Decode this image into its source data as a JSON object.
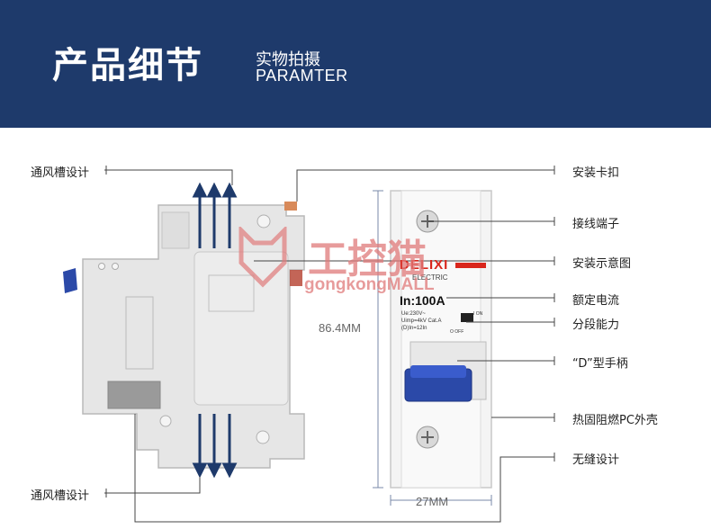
{
  "header": {
    "title": "产品细节",
    "subtitle_cn": "实物拍摄",
    "subtitle_en": "PARAMTER"
  },
  "left_labels": {
    "top": "通风槽设计",
    "bottom": "通风槽设计"
  },
  "right_labels": [
    "安装卡扣",
    "接线端子",
    "安装示意图",
    "额定电流",
    "分段能力",
    "“D”型手柄",
    "热固阻燃PC外壳",
    "无缝设计"
  ],
  "dimensions": {
    "height": "86.4MM",
    "width": "27MM"
  },
  "product": {
    "brand": "DELIXI",
    "brand_sub": "ELECTRIC",
    "rating": "In:100A",
    "spec_lines": [
      "Ue:230V~",
      "Uimp=4kV Cat.A",
      "(D)In=12In"
    ],
    "on_label": "I ON",
    "off_label": "O OFF"
  },
  "watermark": {
    "cn": "工控猫",
    "en": "gongkongMALL"
  },
  "colors": {
    "header_bg": "#1e3a6b",
    "handle": "#2b49a8",
    "brand_red": "#d9261c",
    "arrow": "#1e3a6b"
  }
}
